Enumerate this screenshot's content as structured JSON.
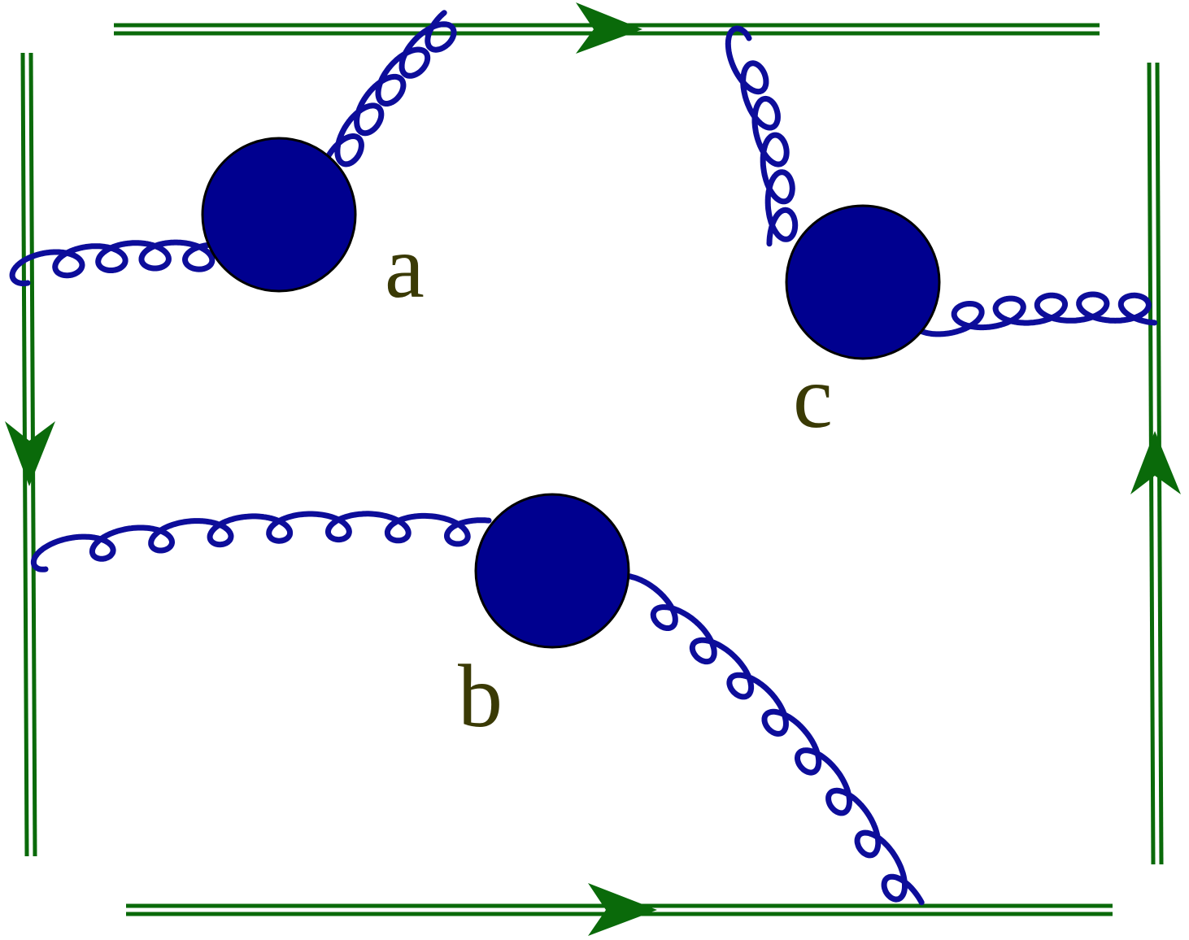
{
  "colors": {
    "wilson_line": "#0a6a0a",
    "gluon": "#0d0d9a",
    "blob_fill": "#00008f",
    "blob_stroke": "#000000",
    "label": "#3a3a05",
    "background": "#ffffff"
  },
  "labels": {
    "a": "a",
    "b": "b",
    "c": "c"
  },
  "elements": {
    "wilson_lines": [
      "top",
      "bottom",
      "left",
      "right"
    ],
    "arrows": [
      "top-right-pointing",
      "bottom-right-pointing",
      "left-down-pointing",
      "right-up-pointing"
    ],
    "blobs": [
      "a",
      "b",
      "c"
    ],
    "gluons_per_blob": 2
  }
}
